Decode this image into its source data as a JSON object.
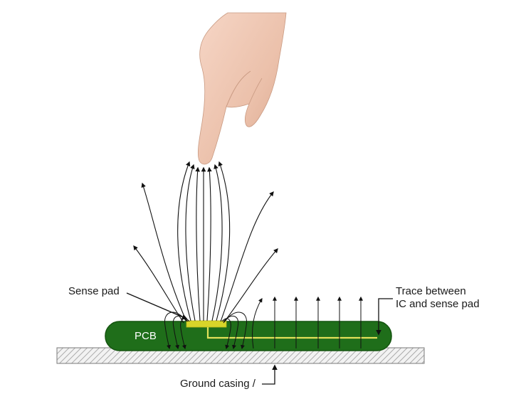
{
  "diagram": {
    "labels": {
      "sense_pad": "Sense pad",
      "trace_line1": "Trace between",
      "trace_line2": "IC and sense pad",
      "ground_casing": "Ground casing /",
      "pcb": "PCB"
    },
    "colors": {
      "pcb_green": "#1f6e1a",
      "pcb_border": "#14540f",
      "sense_pad_yellow": "#d8d52a",
      "trace_yellow": "#e2e05a",
      "ground_hatch": "#9a9a9a",
      "field_lines": "#111111",
      "skin": "#efc7b3"
    },
    "icons": [
      "hand-finger-icon"
    ]
  }
}
